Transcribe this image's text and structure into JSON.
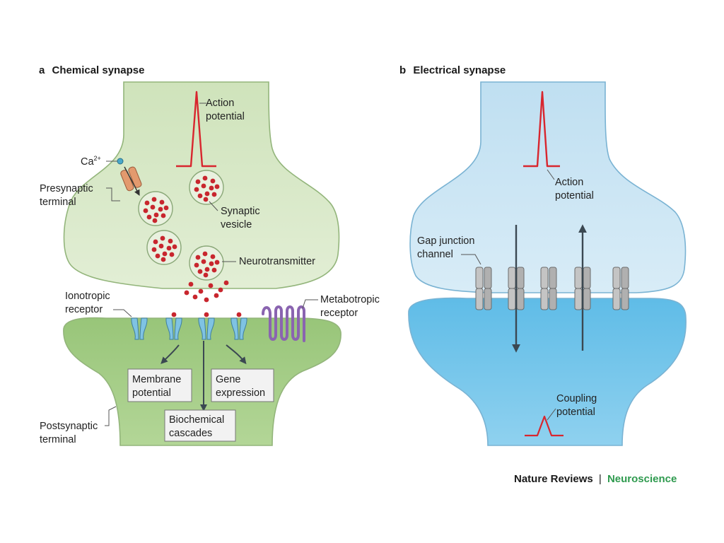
{
  "panel_a": {
    "letter": "a",
    "title": "Chemical synapse",
    "action_potential": [
      "Action",
      "potential"
    ],
    "calcium": {
      "base": "Ca",
      "sup": "2+"
    },
    "presynaptic_terminal": [
      "Presynaptic",
      "terminal"
    ],
    "synaptic_vesicle": [
      "Synaptic",
      "vesicle"
    ],
    "neurotransmitter": "Neurotransmitter",
    "ionotropic_receptor": [
      "Ionotropic",
      "receptor"
    ],
    "metabotropic_receptor": [
      "Metabotropic",
      "receptor"
    ],
    "membrane_potential": [
      "Membrane",
      "potential"
    ],
    "gene_expression": [
      "Gene",
      "expression"
    ],
    "biochemical_cascades": [
      "Biochemical",
      "cascades"
    ],
    "postsynaptic_terminal": [
      "Postsynaptic",
      "terminal"
    ]
  },
  "panel_b": {
    "letter": "b",
    "title": "Electrical synapse",
    "action_potential": [
      "Action",
      "potential"
    ],
    "gap_junction_channel": [
      "Gap junction",
      "channel"
    ],
    "coupling_potential": [
      "Coupling",
      "potential"
    ]
  },
  "credit": {
    "journal": "Nature Reviews",
    "separator": "|",
    "section": "Neuroscience",
    "section_color": "#2e9a4e"
  },
  "colors": {
    "pre_green": "#d8e8c6",
    "post_green": "#a9d08a",
    "outline_green": "#93b57b",
    "spike_red": "#d8262e",
    "pre_blue": "#cde6f4",
    "post_blue": "#6cc3ea",
    "outline_blue": "#7ab3d3",
    "receptor_blue": "#7fc3e3",
    "metabotropic_purple": "#8a64b0",
    "channel_grey": "#bbbbbb",
    "neurotransmitter_red": "#c8262e",
    "arrow_dark": "#3b4852"
  }
}
